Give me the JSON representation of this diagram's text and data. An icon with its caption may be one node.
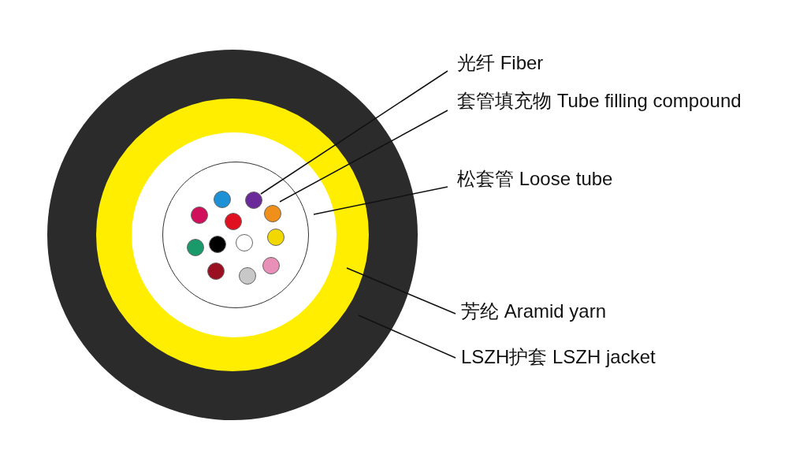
{
  "diagram": {
    "nodes": [
      {
        "text": [
          "光纤 Fiber"
        ]
      },
      {
        "text": [
          "套管填充物 Tube filling compound"
        ]
      },
      {
        "text": [
          "松套管 Loose tube"
        ]
      },
      {
        "text": [
          "芳纶 Aramid yarn"
        ]
      },
      {
        "text": [
          "LSZH护套 LSZH jacket"
        ]
      },
      {
        "text": [],
        "shape": "circle"
      },
      {
        "text": [],
        "shape": "circle",
        "in": 5
      },
      {
        "text": [],
        "shape": "circle",
        "in": 6
      },
      {
        "text": [],
        "shape": "circle",
        "in": 7
      },
      {
        "text": [],
        "shape": "circle",
        "in": 8
      }
    ],
    "edges": [
      {
        "from": 0,
        "to": 9,
        "arrow": "none"
      },
      {
        "from": 1,
        "to": 8,
        "arrow": "none"
      },
      {
        "from": 2,
        "to": 7,
        "arrow": "none"
      },
      {
        "from": 3,
        "to": 6,
        "arrow": "none"
      },
      {
        "from": 4,
        "to": 5,
        "arrow": "none"
      }
    ]
  }
}
